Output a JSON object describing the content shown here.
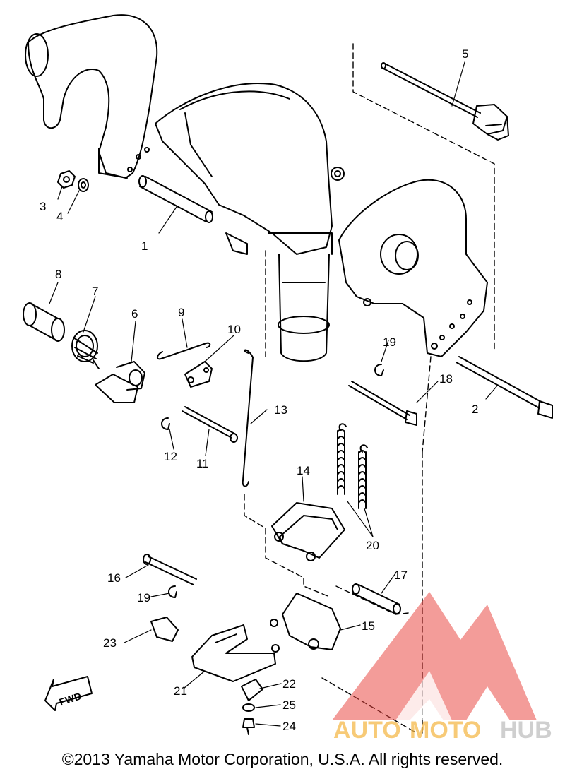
{
  "diagram": {
    "callouts": [
      {
        "id": "c1",
        "label": "1"
      },
      {
        "id": "c2",
        "label": "2"
      },
      {
        "id": "c3",
        "label": "3"
      },
      {
        "id": "c4",
        "label": "4"
      },
      {
        "id": "c5",
        "label": "5"
      },
      {
        "id": "c6",
        "label": "6"
      },
      {
        "id": "c7",
        "label": "7"
      },
      {
        "id": "c8",
        "label": "8"
      },
      {
        "id": "c9",
        "label": "9"
      },
      {
        "id": "c10",
        "label": "10"
      },
      {
        "id": "c11",
        "label": "11"
      },
      {
        "id": "c12",
        "label": "12"
      },
      {
        "id": "c13",
        "label": "13"
      },
      {
        "id": "c14",
        "label": "14"
      },
      {
        "id": "c15",
        "label": "15"
      },
      {
        "id": "c16",
        "label": "16"
      },
      {
        "id": "c17",
        "label": "17"
      },
      {
        "id": "c18",
        "label": "18"
      },
      {
        "id": "c19a",
        "label": "19"
      },
      {
        "id": "c19b",
        "label": "19"
      },
      {
        "id": "c20",
        "label": "20"
      },
      {
        "id": "c21",
        "label": "21"
      },
      {
        "id": "c22",
        "label": "22"
      },
      {
        "id": "c23",
        "label": "23"
      },
      {
        "id": "c24",
        "label": "24"
      },
      {
        "id": "c25",
        "label": "25"
      }
    ],
    "direction_label": "FWD"
  },
  "watermark": {
    "text_auto": "AUTO",
    "text_moto": "MOTO",
    "text_hub": "HUB",
    "color_primary": "#f5b94a",
    "color_hub": "#bfbfbf",
    "color_logo": "#e8413c"
  },
  "footer": {
    "copyright": "©2013 Yamaha Motor Corporation, U.S.A. All rights reserved."
  }
}
